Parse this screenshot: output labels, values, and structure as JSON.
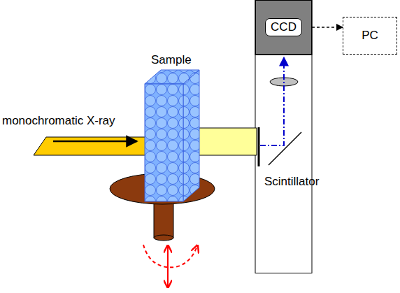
{
  "diagram": {
    "nodes": [
      {
        "text": [
          "CCD"
        ]
      },
      {
        "text": [
          "PC"
        ]
      }
    ],
    "edges": [
      {
        "from": 0,
        "to": 1,
        "arrow": "to"
      }
    ],
    "labels": [
      "Sample",
      "monochromatic X-ray",
      "Scintillator"
    ]
  }
}
